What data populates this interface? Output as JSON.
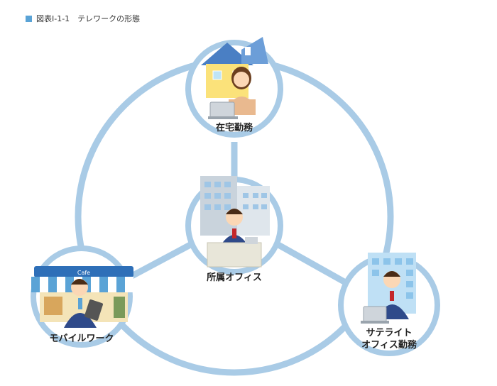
{
  "caption": "図表Ⅰ-1-1　テレワークの形態",
  "nodes": {
    "home": "在宅勤務",
    "office": "所属オフィス",
    "mobile": "モバイルワーク",
    "satellite_line1": "サテライト",
    "satellite_line2": "オフィス勤務"
  },
  "cafe_sign": "Cafe",
  "colors": {
    "ring": "#a9cbe6",
    "accent": "#5aa3d6"
  }
}
